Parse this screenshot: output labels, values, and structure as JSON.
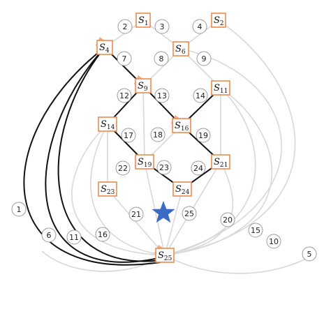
{
  "colors": {
    "active_edge": "#111111",
    "inactive_edge": "#d8d8d8",
    "node_border": "#ED8A4E",
    "satellite_marker": "#F4A26B",
    "star": "#3B6BC4",
    "label_circle_border": "#9a9a9a"
  },
  "nodes": [
    {
      "id": "S1",
      "sub": "1"
    },
    {
      "id": "S2",
      "sub": "2"
    },
    {
      "id": "S4",
      "sub": "4",
      "marker": true
    },
    {
      "id": "S6",
      "sub": "6"
    },
    {
      "id": "S9",
      "sub": "9",
      "marker": true
    },
    {
      "id": "S11",
      "sub": "11"
    },
    {
      "id": "S14",
      "sub": "14"
    },
    {
      "id": "S16",
      "sub": "16",
      "marker": true
    },
    {
      "id": "S19",
      "sub": "19"
    },
    {
      "id": "S21",
      "sub": "21"
    },
    {
      "id": "S23",
      "sub": "23"
    },
    {
      "id": "S24",
      "sub": "24"
    },
    {
      "id": "S25",
      "sub": "25",
      "marker": true
    }
  ],
  "edge_labels": [
    "1",
    "2",
    "3",
    "4",
    "5",
    "6",
    "7",
    "8",
    "9",
    "10",
    "11",
    "12",
    "13",
    "14",
    "15",
    "16",
    "17",
    "18",
    "19",
    "20",
    "21",
    "22",
    "23",
    "24",
    "25"
  ],
  "active_edges": [
    {
      "from": "S4",
      "to": "S9"
    },
    {
      "from": "S9",
      "to": "S14"
    },
    {
      "from": "S9",
      "to": "S16"
    },
    {
      "from": "S16",
      "to": "S11"
    },
    {
      "from": "S16",
      "to": "S21"
    },
    {
      "from": "S14",
      "to": "S19"
    },
    {
      "from": "S21",
      "to": "S24"
    },
    {
      "from": "S19",
      "to": "S24"
    },
    {
      "from": "S4",
      "to": "S25",
      "via": "1"
    },
    {
      "from": "S4",
      "to": "S25",
      "via": "6"
    }
  ],
  "star_icon": "star-icon"
}
